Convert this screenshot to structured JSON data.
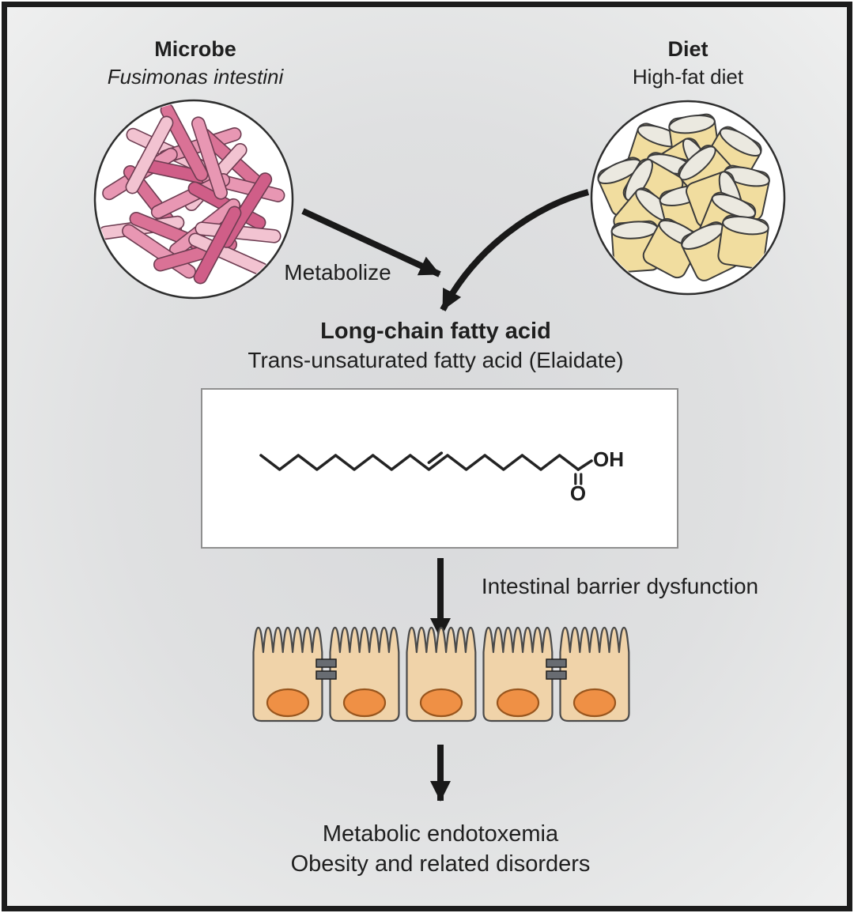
{
  "figure": {
    "type": "graphical-abstract",
    "microbe": {
      "title": "Microbe",
      "species": "Fusimonas intestini",
      "illustration": "rod-shaped-bacteria"
    },
    "diet": {
      "title": "Diet",
      "subtitle": "High-fat diet",
      "illustration": "food-pellets"
    },
    "process_arrow_label": "Metabolize",
    "metabolite": {
      "title": "Long-chain fatty acid",
      "subtitle": "Trans-unsaturated fatty acid (Elaidate)",
      "structure_labels": {
        "hydroxyl": "OH",
        "carbonyl_oxygen": "O"
      }
    },
    "effect_label": "Intestinal barrier dysfunction",
    "outcomes": [
      "Metabolic endotoxemia",
      "Obesity and related disorders"
    ]
  },
  "colors": {
    "frame": "#1c1c1c",
    "background_center": "#d8d9db",
    "background_edge": "#fcfcfc",
    "text": "#1f1f1f",
    "arrow": "#191919",
    "bacteria_pinks": [
      "#f2c3d1",
      "#e897b3",
      "#da7296",
      "#d05e88"
    ],
    "pellet_body": "#f1dd9f",
    "pellet_cap": "#ebe9e0",
    "cell_body": "#f0d3a9",
    "cell_nucleus": "#ef9045",
    "tight_junction": "#686c72",
    "structure_box_border": "#8f8f8f"
  }
}
